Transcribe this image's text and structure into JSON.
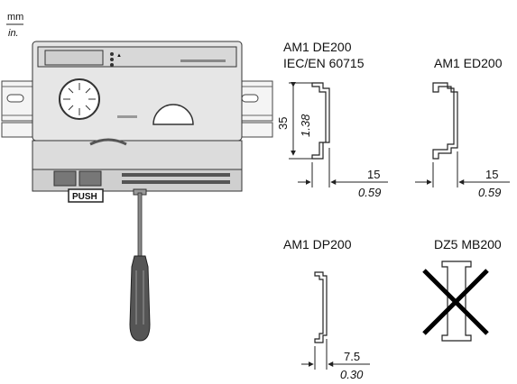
{
  "units": {
    "metric": "mm",
    "imperial": "in."
  },
  "device": {
    "push_label": "PUSH"
  },
  "rails": [
    {
      "name": "AM1 DE200",
      "standard": "IEC/EN 60715",
      "height_mm": "35",
      "height_in": "1.38",
      "width_mm": "15",
      "width_in": "0.59"
    },
    {
      "name": "AM1 ED200",
      "width_mm": "15",
      "width_in": "0.59"
    },
    {
      "name": "AM1 DP200",
      "width_mm": "7.5",
      "width_in": "0.30"
    },
    {
      "name": "DZ5 MB200",
      "not_allowed": true
    }
  ],
  "colors": {
    "line": "#222222",
    "device_body": "#e6e6e6",
    "device_dark": "#9a9a9a",
    "screwdriver_handle": "#555555"
  }
}
